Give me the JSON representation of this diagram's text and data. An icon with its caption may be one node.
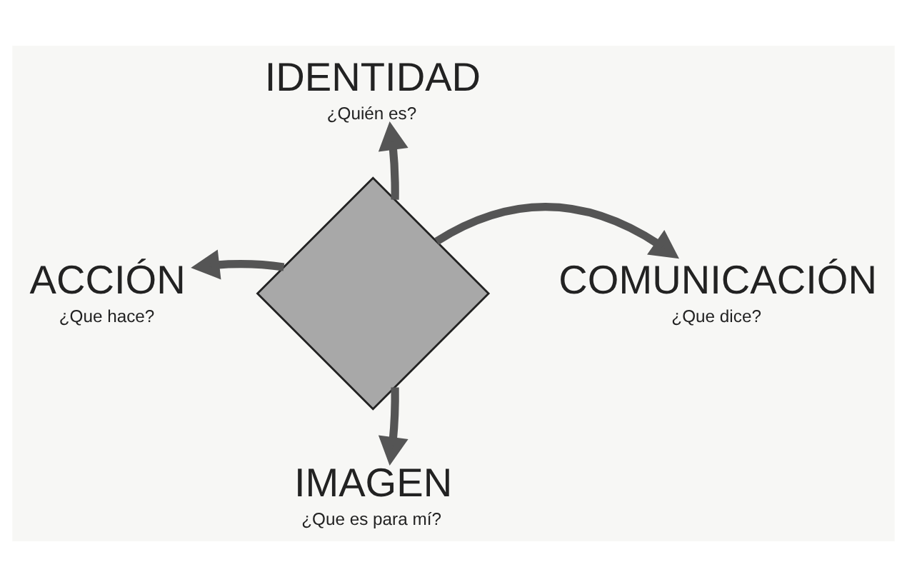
{
  "diagram": {
    "nodes": [
      {
        "text": [
          "IDENTIDAD",
          "¿Quién es?"
        ]
      },
      {
        "text": [
          "ACCIÓN",
          "¿Que hace?"
        ]
      },
      {
        "text": [],
        "shape": "diamond"
      },
      {
        "text": [
          "COMUNICACIÓN",
          "¿Que dice?"
        ]
      },
      {
        "text": [
          "IMAGEN",
          "¿Que es para mí?"
        ]
      }
    ],
    "edges": [
      {
        "from": 2,
        "to": 0,
        "arrow": "to"
      },
      {
        "from": 2,
        "to": 1,
        "arrow": "to"
      },
      {
        "from": 2,
        "to": 3,
        "arrow": "to"
      },
      {
        "from": 2,
        "to": 4,
        "arrow": "to"
      }
    ]
  }
}
